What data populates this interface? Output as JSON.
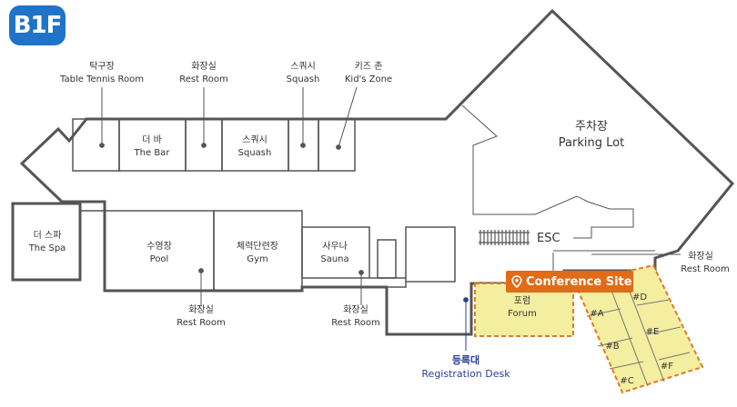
{
  "floor_badge": "B1F",
  "labels": {
    "table_tennis": {
      "ko": "탁구장",
      "en": "Table Tennis Room"
    },
    "rest_top": {
      "ko": "화장실",
      "en": "Rest Room"
    },
    "squash_top": {
      "ko": "스쿼시",
      "en": "Squash"
    },
    "kids": {
      "ko": "키즈 존",
      "en": "Kid's Zone"
    },
    "bar": {
      "ko": "더 바",
      "en": "The Bar"
    },
    "squash_room": {
      "ko": "스쿼시",
      "en": "Squash"
    },
    "parking": {
      "ko": "주차장",
      "en": "Parking Lot"
    },
    "spa": {
      "ko": "더 스파",
      "en": "The Spa"
    },
    "pool": {
      "ko": "수영장",
      "en": "Pool"
    },
    "gym": {
      "ko": "체력단련장",
      "en": "Gym"
    },
    "sauna": {
      "ko": "사우나",
      "en": "Sauna"
    },
    "esc": "ESC",
    "rest_right": {
      "ko": "화장실",
      "en": "Rest Room"
    },
    "rest_pool": {
      "ko": "화장실",
      "en": "Rest Room"
    },
    "rest_sauna": {
      "ko": "화장실",
      "en": "Rest Room"
    },
    "forum": {
      "ko": "포럼",
      "en": "Forum"
    },
    "registration": {
      "ko": "등록대",
      "en": "Registration Desk"
    }
  },
  "rooms": {
    "a": "#A",
    "b": "#B",
    "c": "#C",
    "d": "#D",
    "e": "#E",
    "f": "#F"
  },
  "conference_site": "Conference Site",
  "colors": {
    "badge": "#1f74c9",
    "wall": "#555555",
    "conference_fill": "#f4eea0",
    "conference_border": "#e07a25",
    "registration_text": "#2c3f99"
  }
}
